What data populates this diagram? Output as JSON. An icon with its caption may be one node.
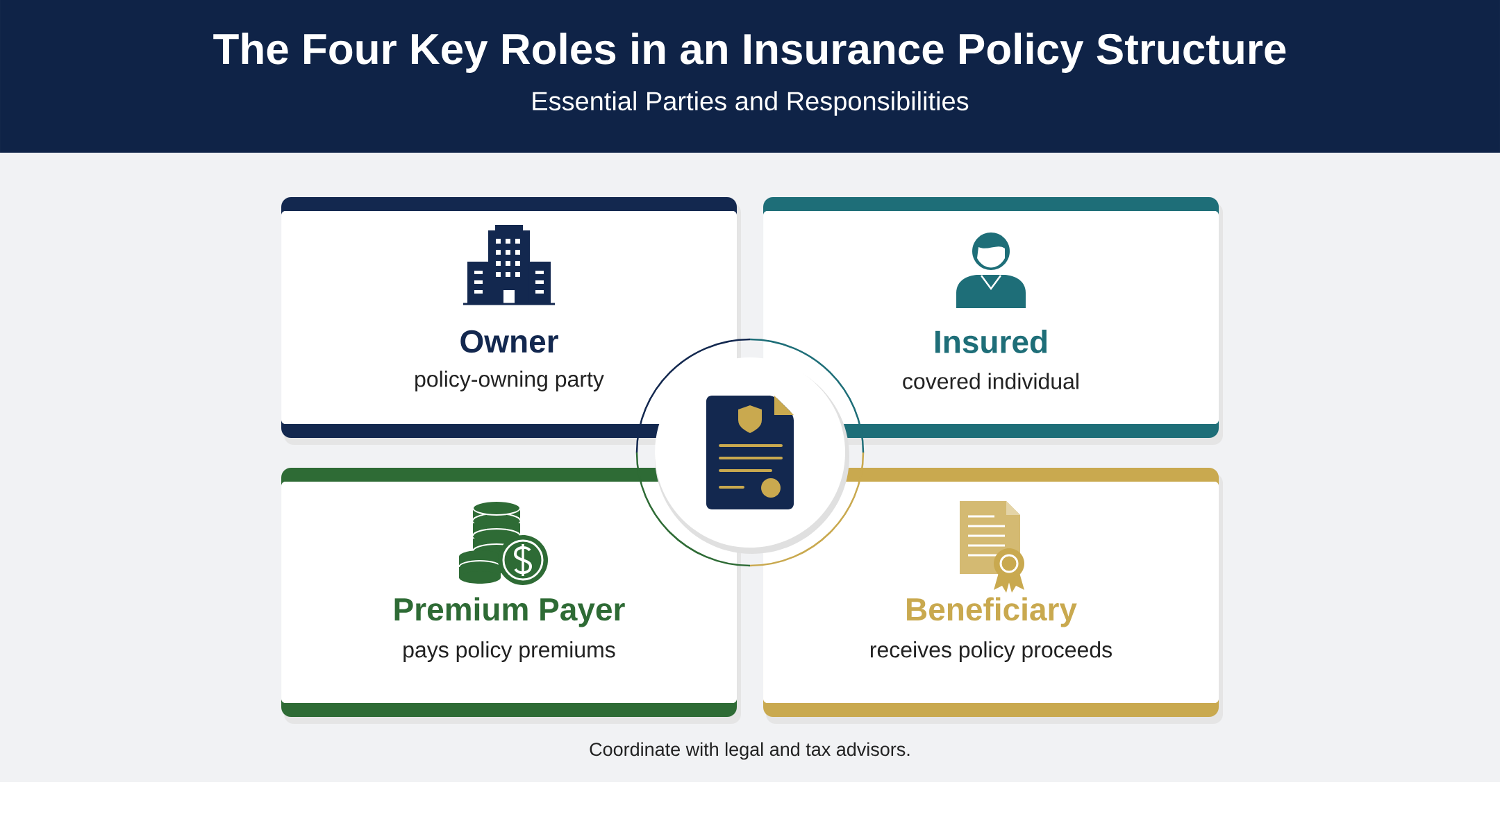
{
  "diagram": {
    "title": "The Four Key Roles in an Insurance Policy Structure",
    "nodes": [
      {
        "text": [
          "Owner",
          "policy-owning party"
        ]
      },
      {
        "text": [
          "Insured",
          "covered individual"
        ]
      },
      {
        "text": [
          "Premium Payer",
          "pays policy premiums"
        ]
      },
      {
        "text": [
          "Beneficiary",
          "receives policy proceeds"
        ]
      }
    ],
    "labels": [
      "Essential Parties and Responsibilities",
      "Coordinate with legal and tax advisors."
    ]
  }
}
